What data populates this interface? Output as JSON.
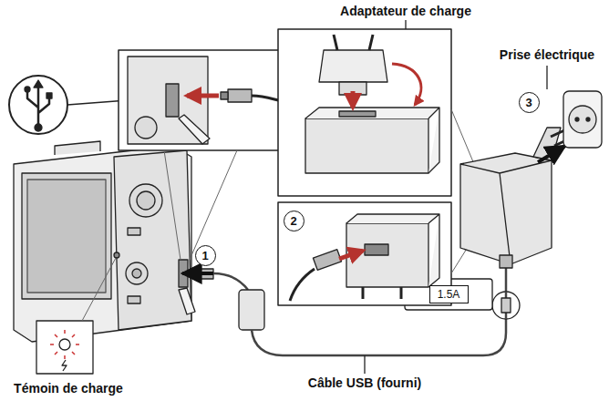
{
  "diagram": {
    "nodes": [
      {
        "text": [
          "1"
        ]
      },
      {
        "text": [
          "2"
        ]
      },
      {
        "text": [
          "3"
        ]
      },
      {
        "text": [
          "1.5A"
        ]
      }
    ],
    "labels": [
      "Adaptateur de charge",
      "Prise électrique",
      "Câble USB (fourni)",
      "Témoin de charge"
    ]
  }
}
